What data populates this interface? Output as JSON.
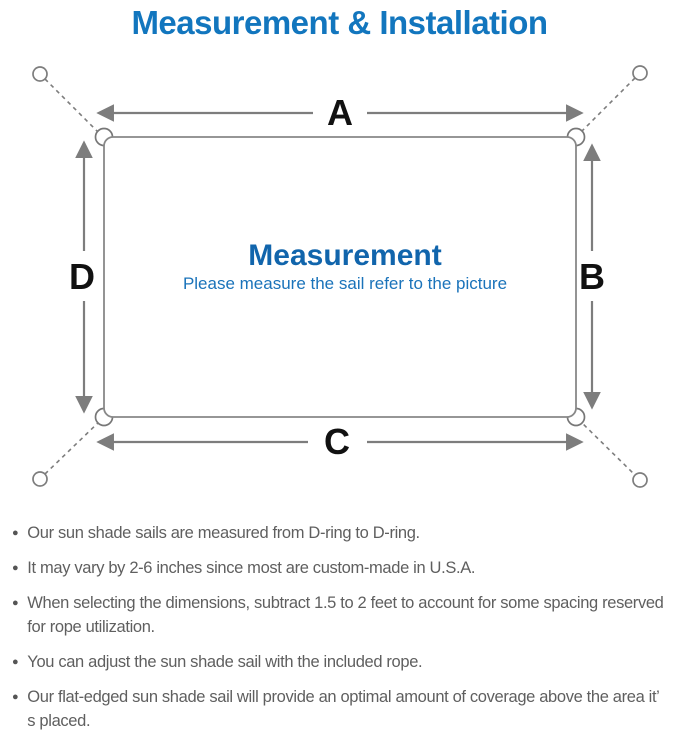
{
  "title": "Measurement & Installation",
  "diagram": {
    "labels": {
      "top": "A",
      "right": "B",
      "bottom": "C",
      "left": "D"
    },
    "center_heading": "Measurement",
    "center_subtitle": "Please measure the sail refer to the picture",
    "colors": {
      "title_blue": "#1276be",
      "heading_blue": "#1165ac",
      "subtitle_blue": "#1a73ba",
      "line_gray": "#7d7d7d",
      "label_black": "#111111",
      "bullet_gray": "#5f5f5f"
    }
  },
  "bullets": [
    "Our sun shade sails are measured from D-ring to D-ring.",
    "It may vary by 2-6 inches since most are custom-made in U.S.A.",
    "When selecting the dimensions, subtract 1.5 to 2 feet to account for some spacing reserved for rope utilization.",
    "You can adjust the sun shade sail with the included rope.",
    "Our flat-edged sun shade sail will provide an optimal amount of coverage above the area it’ s placed."
  ]
}
